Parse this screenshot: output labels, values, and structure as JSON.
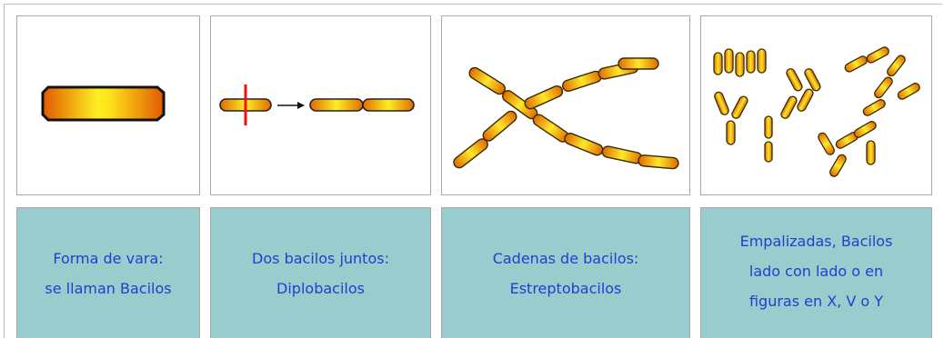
{
  "panels": [
    {
      "caption_lines": [
        "Forma de vara:",
        "se llaman Bacilos"
      ]
    },
    {
      "caption_lines": [
        "Dos bacilos juntos:",
        "Diplobacilos"
      ]
    },
    {
      "caption_lines": [
        "Cadenas de bacilos:",
        "Estreptobacilos"
      ]
    },
    {
      "caption_lines": [
        "Empalizadas, Bacilos",
        "lado con lado o en",
        "figuras en X, V o Y"
      ]
    }
  ],
  "colors": {
    "caption_bg": "#99cccc",
    "caption_text": "#1f3fd0",
    "bacillus_fill_center": "#ffee22",
    "bacillus_fill_edge": "#e05a00",
    "division_line": "#ee1111"
  }
}
